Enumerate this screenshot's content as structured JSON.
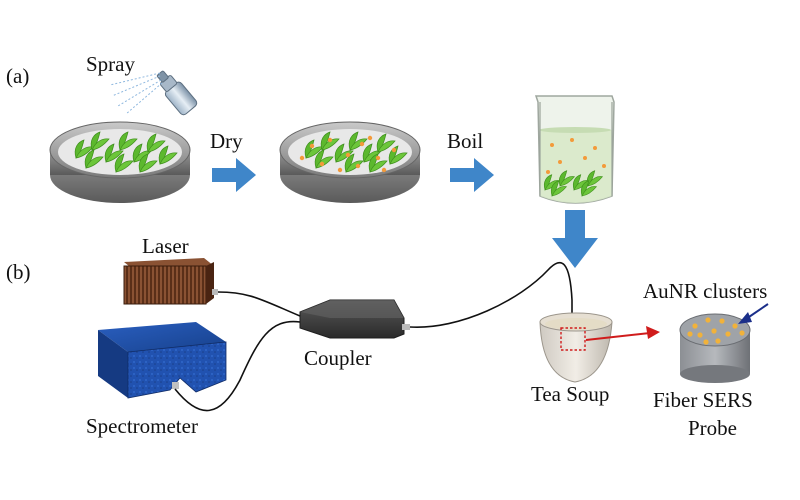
{
  "panels": {
    "a": "(a)",
    "b": "(b)"
  },
  "steps": {
    "spray": "Spray",
    "dry": "Dry",
    "boil": "Boil"
  },
  "devices": {
    "laser": "Laser",
    "spectrometer": "Spectrometer",
    "coupler": "Coupler",
    "tea_soup": "Tea Soup",
    "aunr_clusters": "AuNR clusters",
    "probe_line1": "Fiber SERS",
    "probe_line2": "Probe"
  },
  "colors": {
    "leaf": "#5cb82e",
    "leaf_dark": "#3f8f1d",
    "particle": "#f39a3a",
    "flow_arrow": "#3f86c9",
    "pointer_arrow_red": "#d01c1c",
    "pointer_arrow_blue": "#1b2f8a",
    "laser_body": "#6b3a22",
    "spectrometer_body": "#1f4fa8",
    "coupler_body": "#3c3c3c",
    "fiber": "#111111"
  }
}
